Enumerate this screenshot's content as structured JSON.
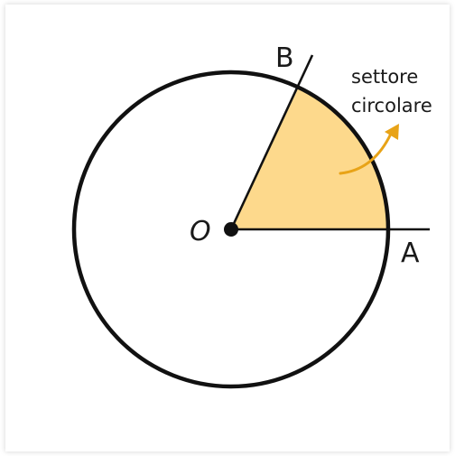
{
  "labels": {
    "center": "O",
    "point_a": "A",
    "point_b": "B",
    "callout_line1": "settore",
    "callout_line2": "circolare"
  },
  "colors": {
    "sector_fill": "#fdd98c",
    "stroke": "#111111",
    "arrow": "#e8a317",
    "frame_shadow": "#d6d6d6"
  }
}
